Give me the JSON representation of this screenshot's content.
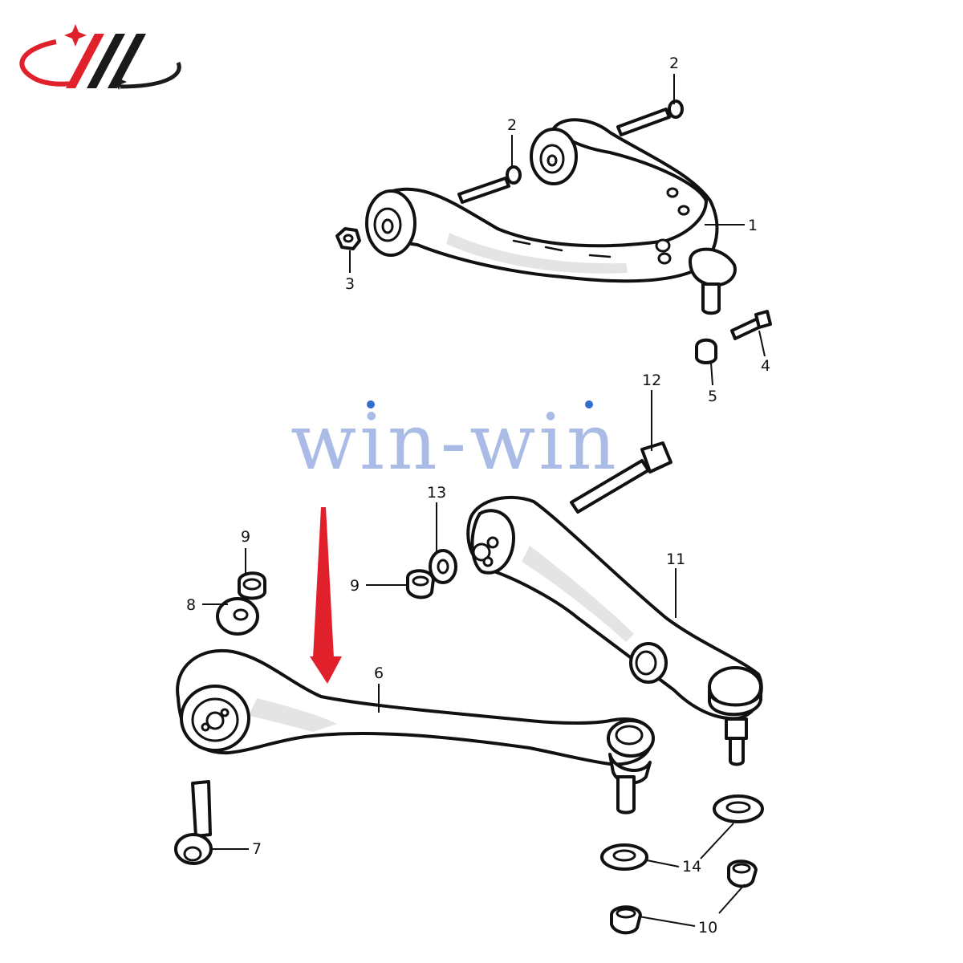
{
  "logo": {
    "name": "win-win-logo",
    "colors": {
      "red": "#e0202a",
      "black": "#1a1a1a"
    }
  },
  "watermark": {
    "text": "win-win",
    "color": "#8da6dd",
    "dot_color": "#2f6fd0"
  },
  "arrow": {
    "color": "#e0202a"
  },
  "callouts": [
    {
      "id": "c1",
      "label": "1"
    },
    {
      "id": "c2a",
      "label": "2"
    },
    {
      "id": "c2b",
      "label": "2"
    },
    {
      "id": "c3",
      "label": "3"
    },
    {
      "id": "c4",
      "label": "4"
    },
    {
      "id": "c5",
      "label": "5"
    },
    {
      "id": "c6",
      "label": "6"
    },
    {
      "id": "c7",
      "label": "7"
    },
    {
      "id": "c8",
      "label": "8"
    },
    {
      "id": "c9a",
      "label": "9"
    },
    {
      "id": "c9b",
      "label": "9"
    },
    {
      "id": "c10",
      "label": "10"
    },
    {
      "id": "c11",
      "label": "11"
    },
    {
      "id": "c12",
      "label": "12"
    },
    {
      "id": "c13",
      "label": "13"
    },
    {
      "id": "c14",
      "label": "14"
    }
  ]
}
